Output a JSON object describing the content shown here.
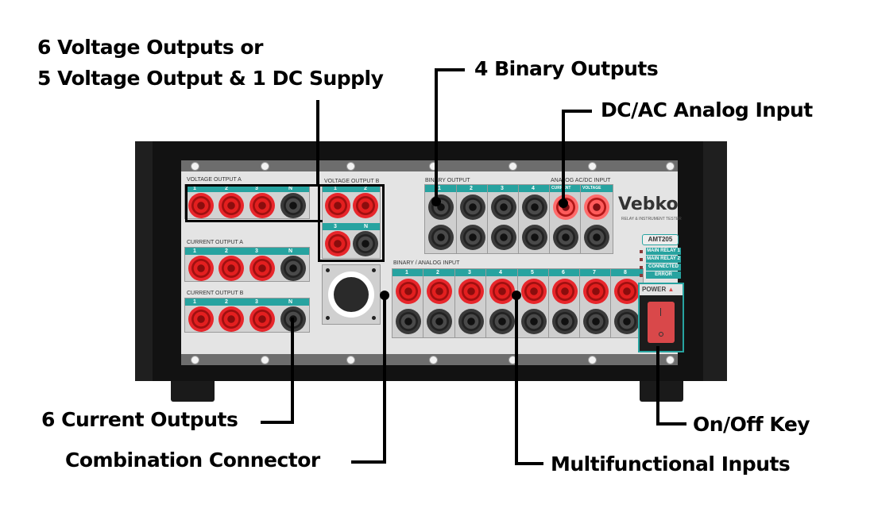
{
  "callouts": {
    "voltage_outputs_line1": "6 Voltage Outputs or",
    "voltage_outputs_line2": "5 Voltage Output & 1 DC Supply",
    "binary_outputs": "4 Binary Outputs",
    "analog_input": "DC/AC Analog Input",
    "current_outputs": "6 Current Outputs",
    "combination_connector": "Combination Connector",
    "on_off_key": "On/Off Key",
    "multifunctional_inputs": "Multifunctional Inputs"
  },
  "device": {
    "brand": "Vebko",
    "brand_subtitle": "RELAY & INSTRUMENT TESTER",
    "model": "AMT205",
    "voltage_output_a": {
      "label": "VOLTAGE OUTPUT A",
      "terminals": [
        "1",
        "2",
        "3",
        "N"
      ]
    },
    "voltage_output_b": {
      "label": "VOLTAGE OUTPUT B",
      "terminals": [
        "1",
        "2",
        "3",
        "N"
      ]
    },
    "current_output_a": {
      "label": "CURRENT OUTPUT A",
      "terminals": [
        "1",
        "2",
        "3",
        "N"
      ]
    },
    "current_output_b": {
      "label": "CURRENT OUTPUT B",
      "terminals": [
        "1",
        "2",
        "3",
        "N"
      ]
    },
    "binary_output": {
      "label": "BINARY OUTPUT",
      "terminals": [
        "1",
        "2",
        "3",
        "4"
      ]
    },
    "analog_input": {
      "label": "ANALOG AC/DC INPUT",
      "terminals": [
        "CURRENT",
        "VOLTAGE"
      ]
    },
    "binary_analog_input": {
      "label": "BINARY / ANALOG INPUT",
      "terminals": [
        "1",
        "2",
        "3",
        "4",
        "5",
        "6",
        "7",
        "8"
      ]
    },
    "status_leds": [
      "MAIN RELAY 1",
      "MAIN RELAY 2",
      "CONNECTED",
      "ERROR"
    ],
    "power_label": "POWER",
    "switch_on": "I",
    "switch_off": "O"
  }
}
